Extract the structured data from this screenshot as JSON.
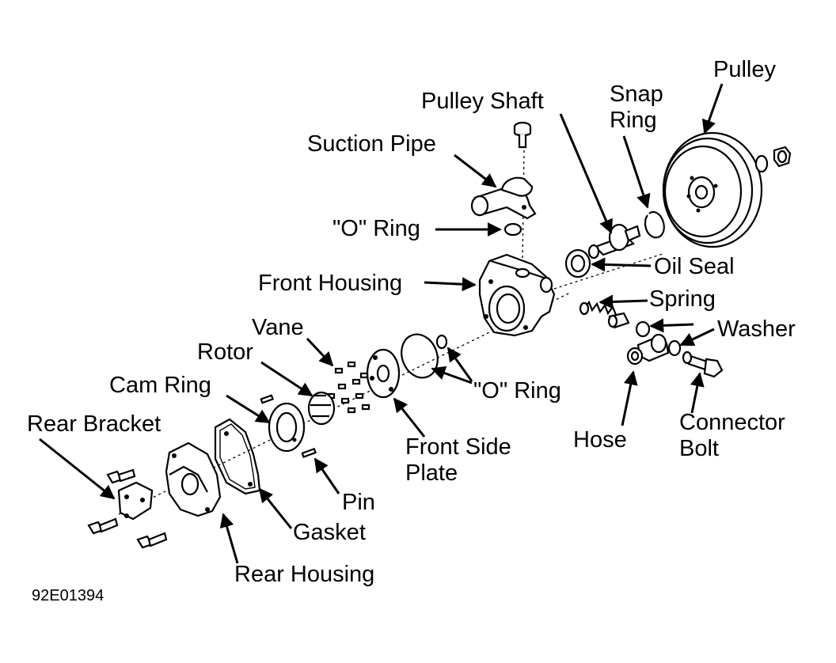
{
  "diagram": {
    "labels": {
      "pulley": "Pulley",
      "snap_ring": "Snap\nRing",
      "pulley_shaft": "Pulley Shaft",
      "suction_pipe": "Suction Pipe",
      "o_ring_top": "\"O\" Ring",
      "oil_seal": "Oil Seal",
      "front_housing": "Front Housing",
      "spring": "Spring",
      "washer": "Washer",
      "vane": "Vane",
      "rotor": "Rotor",
      "o_ring_lower": "\"O\" Ring",
      "cam_ring": "Cam Ring",
      "rear_bracket": "Rear Bracket",
      "hose": "Hose",
      "connector_bolt": "Connector\nBolt",
      "front_side_plate": "Front Side\nPlate",
      "pin": "Pin",
      "gasket": "Gasket",
      "rear_housing": "Rear Housing"
    },
    "figure_code": "92E01394",
    "colors": {
      "ink": "#000000",
      "paper": "#ffffff"
    }
  }
}
